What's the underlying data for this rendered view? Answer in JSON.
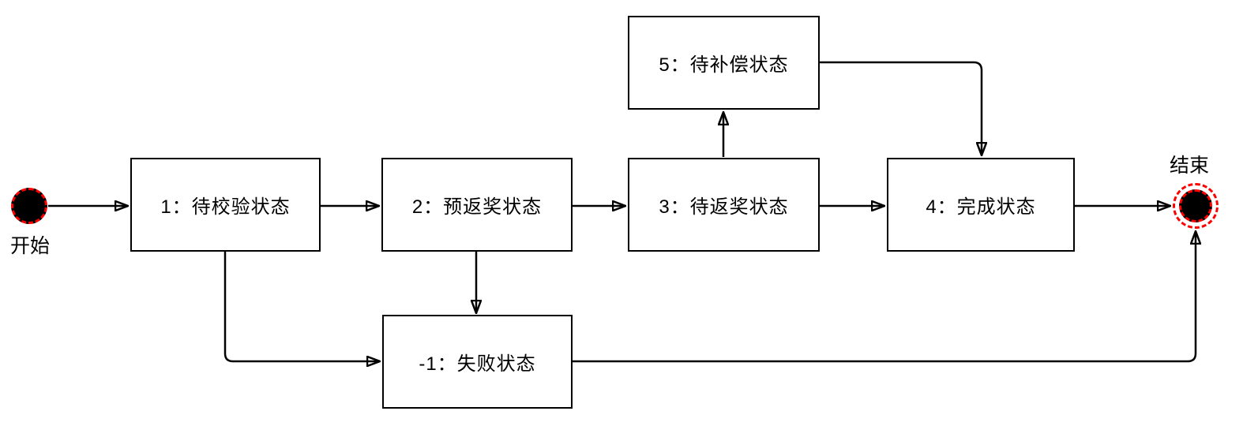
{
  "diagram": {
    "title": "lottery-state-flow",
    "colors": {
      "background": "#ffffff",
      "stroke": "#000000",
      "terminal_accent": "#ff0000"
    },
    "start": {
      "label": "开始"
    },
    "end": {
      "label": "结束"
    },
    "nodes": [
      {
        "id": "1",
        "label": "1：待校验状态"
      },
      {
        "id": "2",
        "label": "2：预返奖状态"
      },
      {
        "id": "3",
        "label": "3：待返奖状态"
      },
      {
        "id": "4",
        "label": "4：完成状态"
      },
      {
        "id": "5",
        "label": "5：待补偿状态"
      },
      {
        "id": "-1",
        "label": "-1：失败状态"
      }
    ],
    "edges": [
      {
        "from": "start",
        "to": "1"
      },
      {
        "from": "1",
        "to": "2"
      },
      {
        "from": "2",
        "to": "3"
      },
      {
        "from": "3",
        "to": "4"
      },
      {
        "from": "4",
        "to": "end"
      },
      {
        "from": "3",
        "to": "5"
      },
      {
        "from": "5",
        "to": "4"
      },
      {
        "from": "2",
        "to": "-1"
      },
      {
        "from": "1",
        "to": "-1"
      },
      {
        "from": "-1",
        "to": "end"
      }
    ]
  }
}
